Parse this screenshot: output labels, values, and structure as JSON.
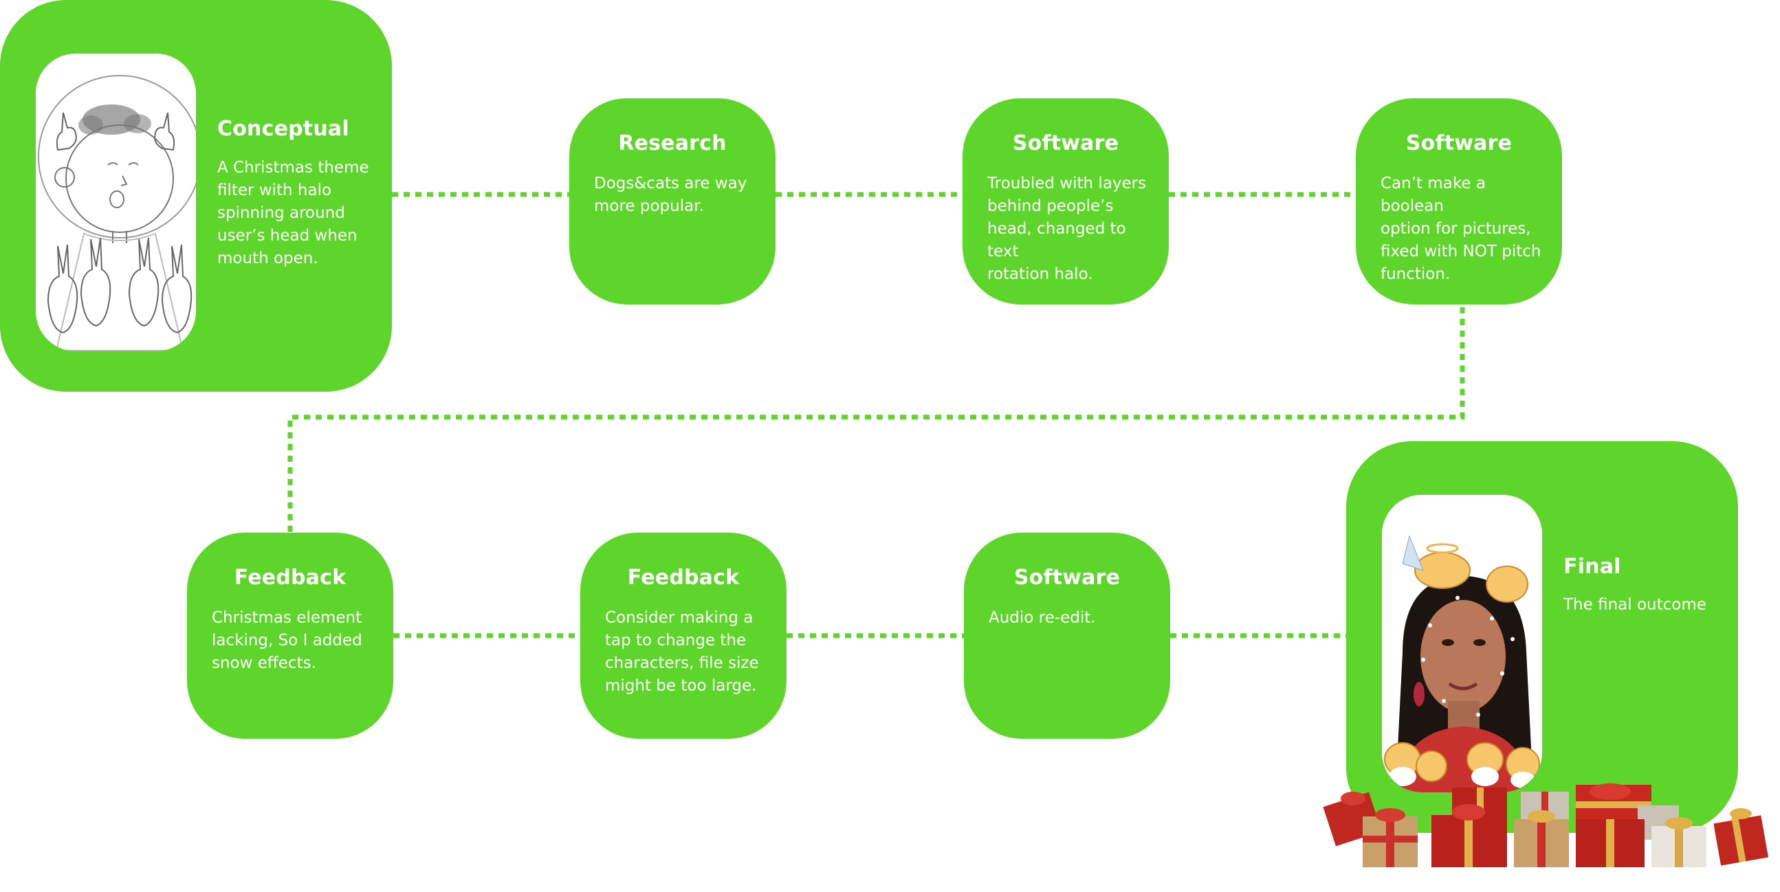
{
  "theme": {
    "node_color": "#5dd52a",
    "text_color": "#ffffff",
    "connector_color": "#5dd52a"
  },
  "steps": [
    {
      "title": "Conceptual",
      "lines": [
        "A Christmas theme",
        "filter with halo",
        "spinning around",
        "user’s head when",
        "mouth open."
      ],
      "image": "sketch-illustration"
    },
    {
      "title": "Research",
      "lines": [
        "Dogs&cats are way",
        "more popular."
      ]
    },
    {
      "title": "Software",
      "lines": [
        "Troubled with layers",
        "behind people’s",
        "head, changed to text",
        "rotation halo."
      ]
    },
    {
      "title": "Software",
      "lines": [
        "Can’t make a boolean",
        "option for pictures,",
        "fixed with NOT pitch",
        "function."
      ]
    },
    {
      "title": "Feedback",
      "lines": [
        "Christmas element",
        "lacking, So I added",
        "snow effects."
      ]
    },
    {
      "title": "Feedback",
      "lines": [
        "Consider making a",
        "tap to change the",
        "characters, file size",
        "might be too large."
      ]
    },
    {
      "title": "Software",
      "lines": [
        "Audio re-edit."
      ]
    },
    {
      "title": "Final",
      "lines": [
        "The final outcome"
      ],
      "image": "filter-photo"
    }
  ]
}
